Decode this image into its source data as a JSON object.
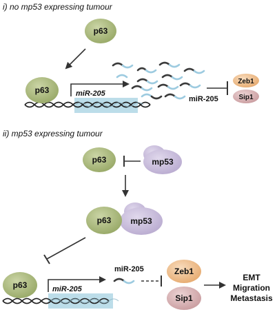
{
  "panel_i": {
    "title": "i) no mp53 expressing tumour",
    "p63_free": "p63",
    "p63_bound": "p63",
    "gene": "miR-205",
    "mirna_label": "miR-205",
    "zeb1": "Zeb1",
    "sip1": "Sip1"
  },
  "panel_ii": {
    "title": "ii) mp53 expressing tumour",
    "p63_top": "p63",
    "mp53_top": "mp53",
    "p63_complex": "p63",
    "mp53_complex": "mp53",
    "p63_bound": "p63",
    "gene": "miR-205",
    "mirna_label": "miR-205",
    "zeb1": "Zeb1",
    "sip1": "Sip1",
    "outcomes": [
      "EMT",
      "Migration",
      "Metastasis"
    ]
  },
  "colors": {
    "p63_fill": "#a9b87c",
    "mp53_fill": "#c9bedb",
    "zeb1_fill": "#efc08e",
    "sip1_fill": "#d9b6b8",
    "gene_box": "#bcdde9",
    "mirna_dark": "#3a3a3a",
    "mirna_light": "#9dcbe0",
    "dna": "#222222"
  }
}
